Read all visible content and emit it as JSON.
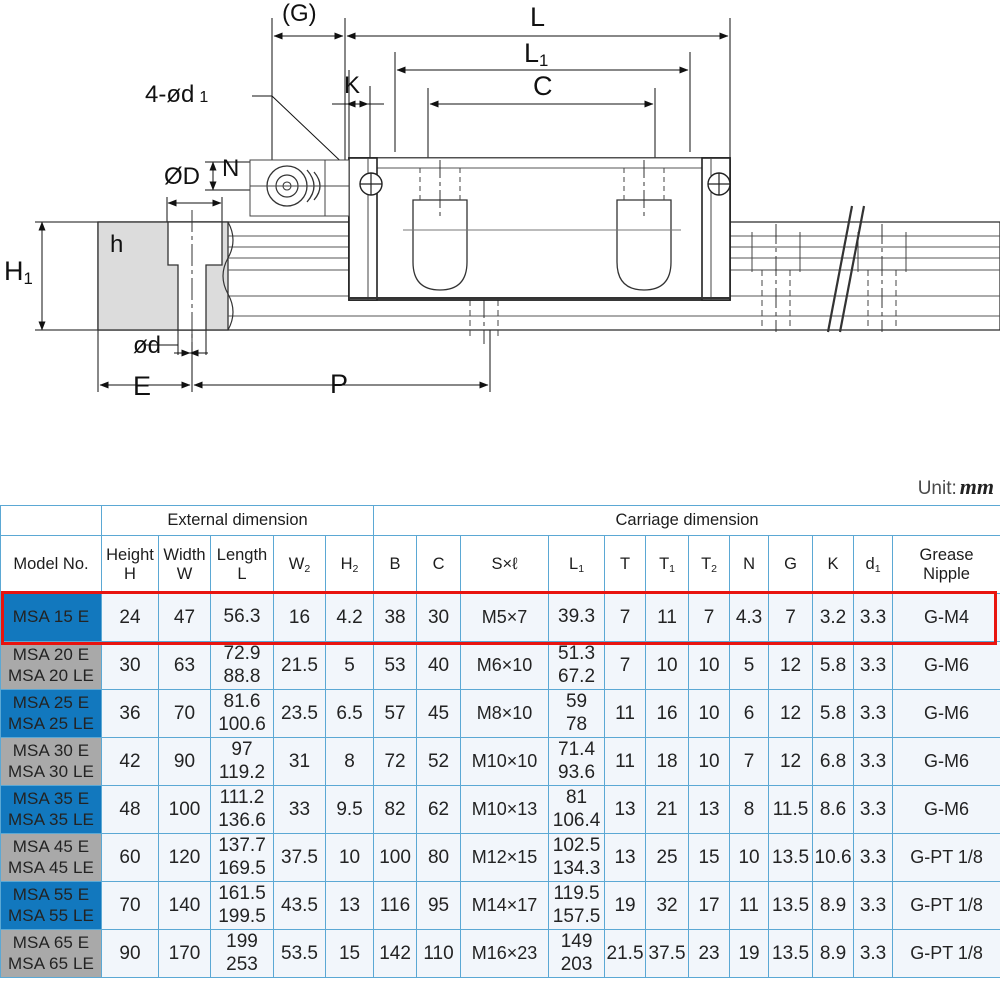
{
  "drawing": {
    "labels": [
      {
        "key": "g",
        "text": "(G)"
      },
      {
        "key": "l",
        "text": "L"
      },
      {
        "key": "l1",
        "text": "L"
      },
      {
        "key": "l1sub",
        "text": "1"
      },
      {
        "key": "c",
        "text": "C"
      },
      {
        "key": "k",
        "text": "K"
      },
      {
        "key": "n",
        "text": "N"
      },
      {
        "key": "fourod",
        "text": "4-ød"
      },
      {
        "key": "fourodsub",
        "text": "1"
      },
      {
        "key": "bigD",
        "text": "ØD"
      },
      {
        "key": "h",
        "text": "h"
      },
      {
        "key": "h1",
        "text": "H"
      },
      {
        "key": "h1sub",
        "text": "1"
      },
      {
        "key": "smalld",
        "text": "ød"
      },
      {
        "key": "e",
        "text": "E"
      },
      {
        "key": "p",
        "text": "P"
      }
    ]
  },
  "unit": {
    "prefix": "Unit:",
    "value": "mm"
  },
  "table": {
    "groups": [
      {
        "label": "External dimension",
        "span": 5
      },
      {
        "label": "Carriage dimension",
        "span": 12
      }
    ],
    "model_header": "Model No.",
    "columns": [
      {
        "top": "Height",
        "bottom": "H"
      },
      {
        "top": "Width",
        "bottom": "W"
      },
      {
        "top": "Length",
        "bottom": "L"
      },
      {
        "top": "W",
        "sub": "2",
        "bottom": ""
      },
      {
        "top": "H",
        "sub": "2",
        "bottom": ""
      },
      {
        "top": "B",
        "bottom": ""
      },
      {
        "top": "C",
        "bottom": ""
      },
      {
        "top": "S×ℓ",
        "bottom": ""
      },
      {
        "top": "L",
        "sub": "1",
        "bottom": ""
      },
      {
        "top": "T",
        "bottom": ""
      },
      {
        "top": "T",
        "sub": "1",
        "bottom": ""
      },
      {
        "top": "T",
        "sub": "2",
        "bottom": ""
      },
      {
        "top": "N",
        "bottom": ""
      },
      {
        "top": "G",
        "bottom": ""
      },
      {
        "top": "K",
        "bottom": ""
      },
      {
        "top": "d",
        "sub": "1",
        "bottom": ""
      },
      {
        "top": "Grease",
        "bottom": "Nipple"
      }
    ],
    "rows": [
      {
        "model": [
          "MSA 15 E"
        ],
        "model_style": "blue",
        "highlighted": true,
        "H": "24",
        "W": "47",
        "L": [
          "56.3"
        ],
        "W2": "16",
        "H2": "4.2",
        "B": "38",
        "C": "30",
        "Sxl": "M5×7",
        "L1": [
          "39.3"
        ],
        "T": "7",
        "T1": "11",
        "T2": "7",
        "N": "4.3",
        "G": "7",
        "K": "3.2",
        "d1": "3.3",
        "grease": "G-M4"
      },
      {
        "model": [
          "MSA 20 E",
          "MSA 20 LE"
        ],
        "model_style": "gray",
        "highlighted": false,
        "H": "30",
        "W": "63",
        "L": [
          "72.9",
          "88.8"
        ],
        "W2": "21.5",
        "H2": "5",
        "B": "53",
        "C": "40",
        "Sxl": "M6×10",
        "L1": [
          "51.3",
          "67.2"
        ],
        "T": "7",
        "T1": "10",
        "T2": "10",
        "N": "5",
        "G": "12",
        "K": "5.8",
        "d1": "3.3",
        "grease": "G-M6"
      },
      {
        "model": [
          "MSA 25 E",
          "MSA 25 LE"
        ],
        "model_style": "blue",
        "highlighted": false,
        "H": "36",
        "W": "70",
        "L": [
          "81.6",
          "100.6"
        ],
        "W2": "23.5",
        "H2": "6.5",
        "B": "57",
        "C": "45",
        "Sxl": "M8×10",
        "L1": [
          "59",
          "78"
        ],
        "T": "11",
        "T1": "16",
        "T2": "10",
        "N": "6",
        "G": "12",
        "K": "5.8",
        "d1": "3.3",
        "grease": "G-M6"
      },
      {
        "model": [
          "MSA 30 E",
          "MSA 30 LE"
        ],
        "model_style": "gray",
        "highlighted": false,
        "H": "42",
        "W": "90",
        "L": [
          "97",
          "119.2"
        ],
        "W2": "31",
        "H2": "8",
        "B": "72",
        "C": "52",
        "Sxl": "M10×10",
        "L1": [
          "71.4",
          "93.6"
        ],
        "T": "11",
        "T1": "18",
        "T2": "10",
        "N": "7",
        "G": "12",
        "K": "6.8",
        "d1": "3.3",
        "grease": "G-M6"
      },
      {
        "model": [
          "MSA 35 E",
          "MSA 35 LE"
        ],
        "model_style": "blue",
        "highlighted": false,
        "H": "48",
        "W": "100",
        "L": [
          "111.2",
          "136.6"
        ],
        "W2": "33",
        "H2": "9.5",
        "B": "82",
        "C": "62",
        "Sxl": "M10×13",
        "L1": [
          "81",
          "106.4"
        ],
        "T": "13",
        "T1": "21",
        "T2": "13",
        "N": "8",
        "G": "11.5",
        "K": "8.6",
        "d1": "3.3",
        "grease": "G-M6"
      },
      {
        "model": [
          "MSA 45 E",
          "MSA 45 LE"
        ],
        "model_style": "gray",
        "highlighted": false,
        "H": "60",
        "W": "120",
        "L": [
          "137.7",
          "169.5"
        ],
        "W2": "37.5",
        "H2": "10",
        "B": "100",
        "C": "80",
        "Sxl": "M12×15",
        "L1": [
          "102.5",
          "134.3"
        ],
        "T": "13",
        "T1": "25",
        "T2": "15",
        "N": "10",
        "G": "13.5",
        "K": "10.6",
        "d1": "3.3",
        "grease": "G-PT 1/8"
      },
      {
        "model": [
          "MSA 55 E",
          "MSA 55 LE"
        ],
        "model_style": "blue",
        "highlighted": false,
        "H": "70",
        "W": "140",
        "L": [
          "161.5",
          "199.5"
        ],
        "W2": "43.5",
        "H2": "13",
        "B": "116",
        "C": "95",
        "Sxl": "M14×17",
        "L1": [
          "119.5",
          "157.5"
        ],
        "T": "19",
        "T1": "32",
        "T2": "17",
        "N": "11",
        "G": "13.5",
        "K": "8.9",
        "d1": "3.3",
        "grease": "G-PT 1/8"
      },
      {
        "model": [
          "MSA 65 E",
          "MSA 65 LE"
        ],
        "model_style": "gray",
        "highlighted": false,
        "H": "90",
        "W": "170",
        "L": [
          "199",
          "253"
        ],
        "W2": "53.5",
        "H2": "15",
        "B": "142",
        "C": "110",
        "Sxl": "M16×23",
        "L1": [
          "149",
          "203"
        ],
        "T": "21.5",
        "T1": "37.5",
        "T2": "23",
        "N": "19",
        "G": "13.5",
        "K": "8.9",
        "d1": "3.3",
        "grease": "G-PT 1/8"
      }
    ]
  },
  "colors": {
    "accent_blue": "#1278be",
    "row_gray": "#a9a9a9",
    "grid_blue": "#5ba8d4",
    "highlight_red": "#e8140f",
    "cell_bg": "#f2f6fb"
  }
}
